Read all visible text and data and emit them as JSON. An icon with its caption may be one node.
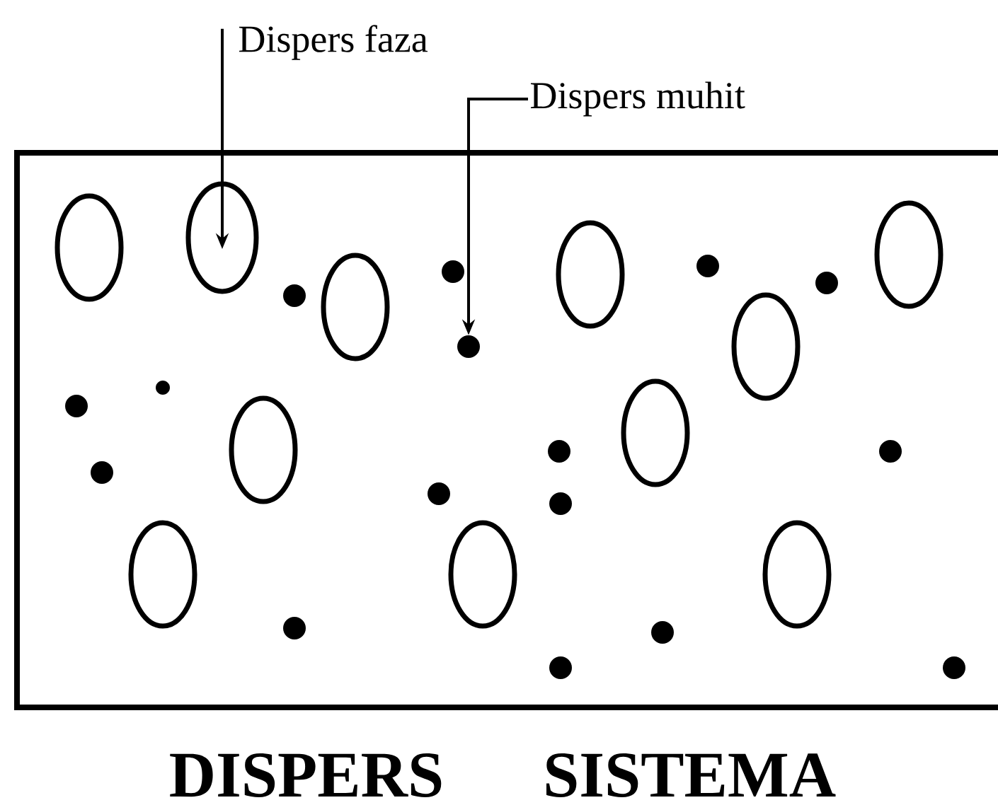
{
  "diagram": {
    "caption": "DISPERS SISTEMA",
    "nodes": [
      {
        "text": [
          "Dispers faza"
        ]
      },
      {
        "text": [
          "Dispers muhit"
        ]
      },
      {
        "text": [],
        "shape": "ellipse"
      },
      {
        "text": [],
        "shape": "dot"
      }
    ],
    "edges": [
      {
        "from": 0,
        "to": 2,
        "arrow": "to"
      },
      {
        "from": 1,
        "to": 3,
        "arrow": "to"
      }
    ]
  }
}
